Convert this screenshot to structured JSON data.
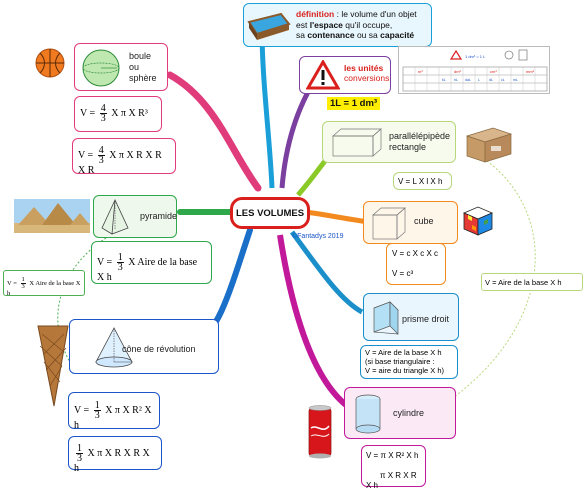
{
  "center": {
    "title": "LES VOLUMES",
    "credit": "©Fantadys 2019"
  },
  "definition": {
    "label": "définition",
    "text1": " : le volume d'un objet",
    "text2": "est ",
    "bold2": "l'espace",
    "text2b": " qu'il occupe,",
    "text3": "sa ",
    "bold3": "contenance",
    "text3b": " ou sa ",
    "bold3b": "capacité"
  },
  "units": {
    "line1": "les unités",
    "line2": "conversions",
    "equivalence": "1L = 1 dm³",
    "table_headers": [
      "m³",
      "dm³",
      "cm³",
      "mm³"
    ],
    "table_sub": [
      "kL",
      "hL",
      "daL",
      "L",
      "dL",
      "cL",
      "mL"
    ]
  },
  "sphere": {
    "label_l1": "boule",
    "label_l2": "ou",
    "label_l3": "sphère",
    "f1_prefix": "V = ",
    "f1_num": "4",
    "f1_den": "3",
    "f1_suffix": " X π  X R³",
    "f2_prefix": "V = ",
    "f2_num": "4",
    "f2_den": "3",
    "f2_suffix": " X π  X R X R X R"
  },
  "pyramid": {
    "label": "pyramide",
    "f_prefix": "V = ",
    "f_num": "1",
    "f_den": "3",
    "f_suffix": " X Aire de la base X h",
    "side_prefix": "V = ",
    "side_num": "1",
    "side_den": "3",
    "side_suffix": " X Aire de la base X h"
  },
  "cone": {
    "label": "cône de révolution",
    "f1_prefix": "V = ",
    "f1_num": "1",
    "f1_den": "3",
    "f1_suffix": " X π X R² X h",
    "f2_num": "1",
    "f2_den": "3",
    "f2_suffix": " X π X R X R X h"
  },
  "cuboid": {
    "label_l1": "parallélépipède",
    "label_l2": "rectangle",
    "formula": "V = L X l X h"
  },
  "cube": {
    "label": "cube",
    "f1": "V = c X c X c",
    "f2": "V = c³"
  },
  "prism": {
    "label": "prisme droit",
    "f1": "V = Aire de la base X h",
    "f2": "(si base triangulaire :",
    "f3": "V = aire du triangle X h)"
  },
  "cylinder": {
    "label": "cylindre",
    "f1": "V = π X R² X h",
    "f2": "π X R X R X h"
  },
  "side_formula": "V = Aire de la base X h",
  "colors": {
    "pink": "#e03b7a",
    "green": "#4caf50",
    "orange": "#f28a1f",
    "blue": "#2a9fd6",
    "purple": "#7b3fa0",
    "magenta": "#c2189a",
    "teal": "#1a8fc9",
    "red": "#d9201c"
  }
}
